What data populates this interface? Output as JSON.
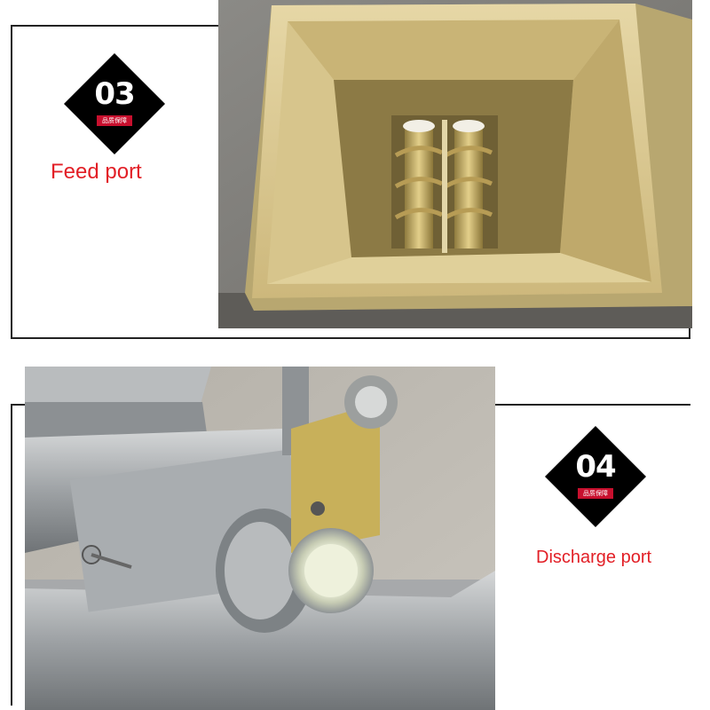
{
  "section_3": {
    "badge_number": "03",
    "badge_subtitle": "品质保障",
    "caption": "Feed port"
  },
  "section_4": {
    "badge_number": "04",
    "badge_subtitle": "品质保障",
    "caption": "Discharge port"
  },
  "colors": {
    "caption_red": "#e21f26",
    "badge_black": "#000000",
    "badge_ribbon_red": "#c8102e",
    "hopper_gold": "#d9c58a"
  }
}
